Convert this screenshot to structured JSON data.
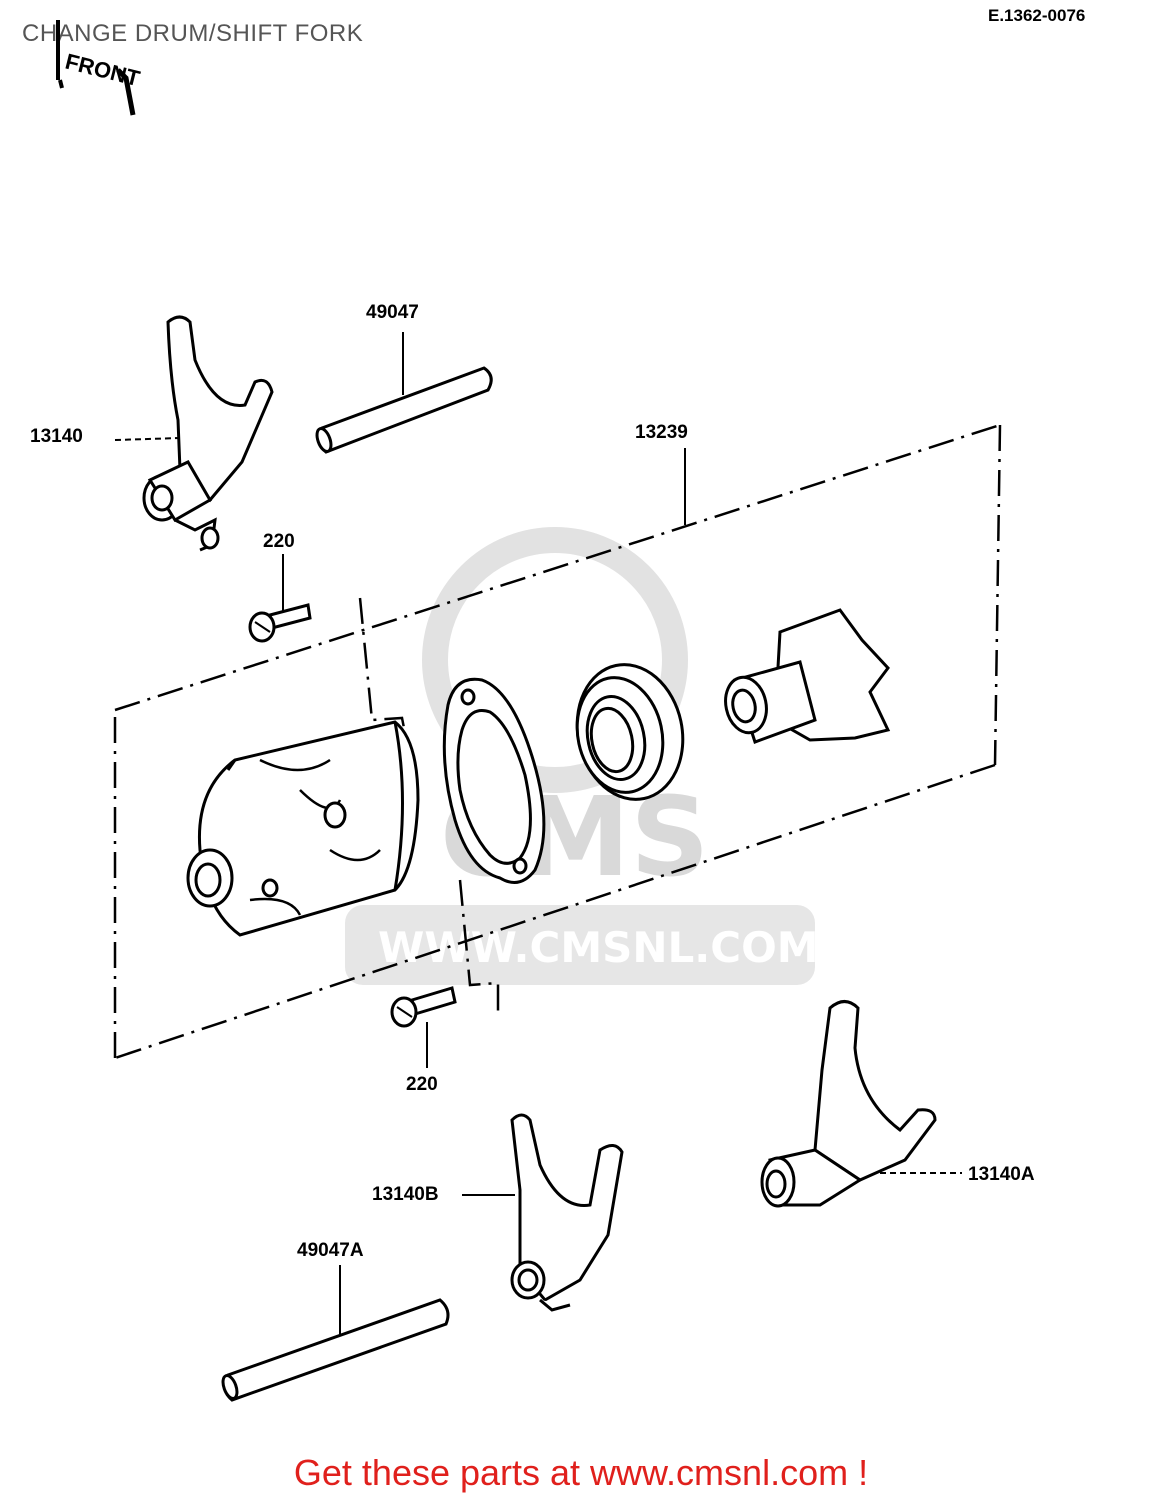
{
  "page": {
    "title": "CHANGE DRUM/SHIFT FORK",
    "ref_code": "E.1362-0076",
    "front_marker": "FRONT",
    "footer": "Get these parts at www.cmsnl.com !"
  },
  "watermark": {
    "big": "CMS",
    "url": "WWW.CMSNL.COM"
  },
  "parts": [
    {
      "label": "13140",
      "description": "shift fork (upper)"
    },
    {
      "label": "49047",
      "description": "shift rod"
    },
    {
      "label": "13239",
      "description": "change drum assembly"
    },
    {
      "label": "220",
      "description": "screw (upper)"
    },
    {
      "label": "220",
      "description": "screw (lower)"
    },
    {
      "label": "13140B",
      "description": "shift fork"
    },
    {
      "label": "13140A",
      "description": "shift fork"
    },
    {
      "label": "49047A",
      "description": "shift rod"
    }
  ],
  "colors": {
    "title": "#555555",
    "footer": "#e0201c",
    "watermark": "#d9d9d9",
    "line": "#000000"
  }
}
